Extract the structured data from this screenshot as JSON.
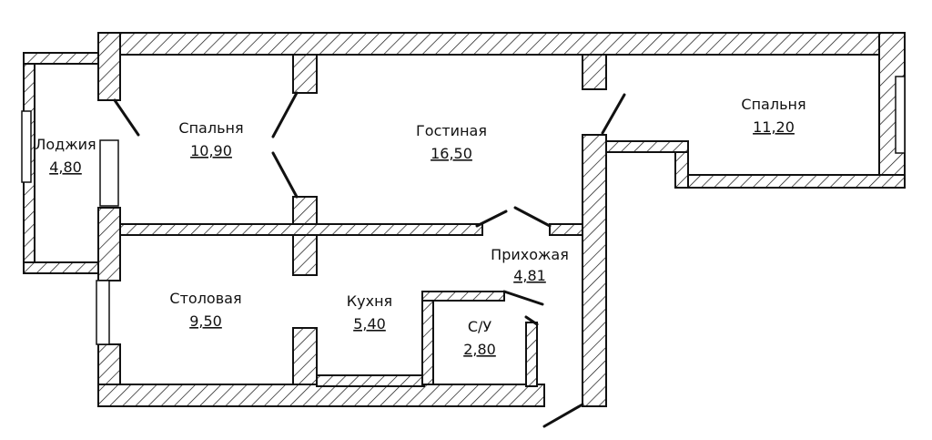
{
  "rooms": {
    "loggia": {
      "name": "Лоджия",
      "area": "4,80"
    },
    "bedroom1": {
      "name": "Спальня",
      "area": "10,90"
    },
    "living": {
      "name": "Гостиная",
      "area": "16,50"
    },
    "bedroom2": {
      "name": "Спальня",
      "area": "11,20"
    },
    "hallway": {
      "name": "Прихожая",
      "area": "4,81"
    },
    "dining": {
      "name": "Столовая",
      "area": "9,50"
    },
    "kitchen": {
      "name": "Кухня",
      "area": "5,40"
    },
    "bathroom": {
      "name": "С/У",
      "area": "2,80"
    }
  },
  "colors": {
    "line": "#111111",
    "background": "#ffffff"
  }
}
